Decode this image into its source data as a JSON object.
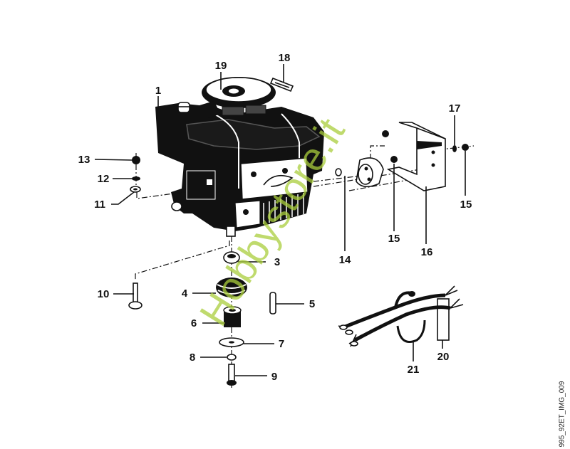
{
  "diagram": {
    "title": "Engine exploded parts diagram",
    "part_labels": {
      "p1": "1",
      "p3": "3",
      "p4": "4",
      "p5": "5",
      "p6": "6",
      "p7": "7",
      "p8": "8",
      "p9": "9",
      "p10": "10",
      "p11": "11",
      "p12": "12",
      "p13": "13",
      "p14": "14",
      "p15a": "15",
      "p15b": "15",
      "p16": "16",
      "p17": "17",
      "p18": "18",
      "p19": "19",
      "p20": "20",
      "p21": "21"
    },
    "watermark": "Hobbystore.it",
    "image_code": "995_92ET_IMG_009",
    "colors": {
      "ink": "#111111",
      "watermark": "#aacd3c",
      "background": "#ffffff"
    }
  }
}
